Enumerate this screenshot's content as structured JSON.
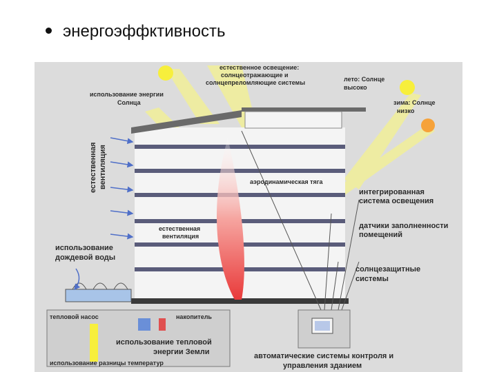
{
  "slide": {
    "bullet": "энергоэффктивность"
  },
  "diagram": {
    "labels": {
      "natural_light_1": "естественное освещение:",
      "natural_light_2": "солнцеотражающие и",
      "natural_light_3": "солнцепреломляющие системы",
      "summer_1": "лето: Солнце",
      "summer_2": "высоко",
      "winter_1": "зима: Солнце",
      "winter_2": "низко",
      "solar_use_1": "использование энергии",
      "solar_use_2": "Солнца",
      "nat_vent_side_1": "естественная",
      "nat_vent_side_2": "вентиляция",
      "aero_draft": "аэродинамическая тяга",
      "integrated_light_1": "интегрированная",
      "integrated_light_2": "система освещения",
      "occupancy_1": "датчики заполненности",
      "occupancy_2": "помещений",
      "nat_vent_in_1": "естественная",
      "nat_vent_in_2": "вентиляция",
      "rain_1": "использование",
      "rain_2": "дождевой воды",
      "sunshade_1": "солнцезащитные",
      "sunshade_2": "системы",
      "heat_pump": "тепловой насос",
      "storage": "накопитель",
      "geo_1": "использование тепловой",
      "geo_2": "энергии Земли",
      "temp_diff": "использование разницы температур",
      "auto_1": "автоматические системы контроля и",
      "auto_2": "управления зданием"
    },
    "colors": {
      "background": "#dcdcdc",
      "building": "#f4f4f4",
      "slab": "#5a5c7a",
      "beam": "#f0ee9c",
      "sun": "#f7ef3c",
      "low_sun": "#f6a23a",
      "arrow": "#4f6fc8",
      "pointer": "#555555"
    }
  }
}
